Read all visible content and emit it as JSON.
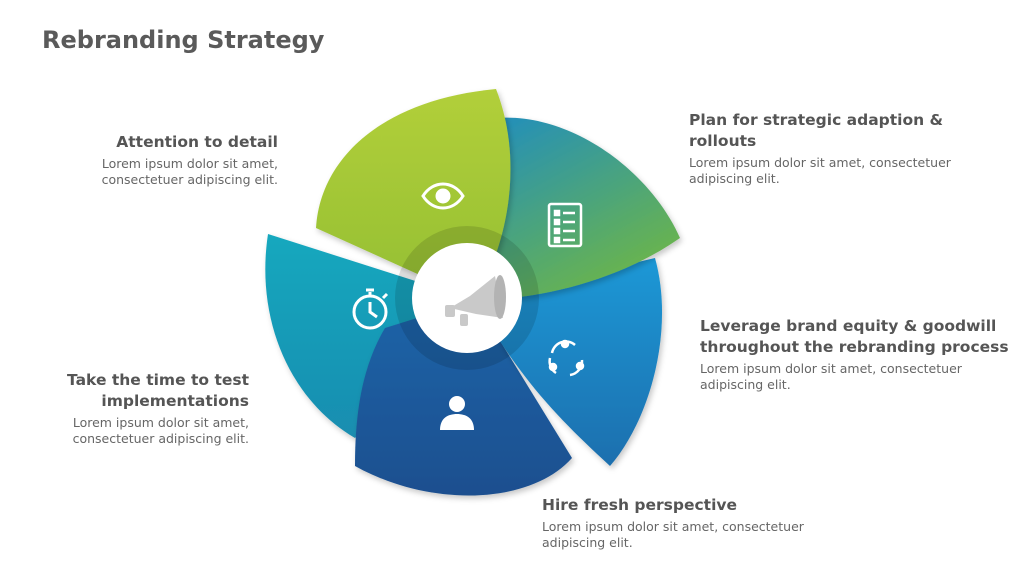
{
  "title": "Rebranding Strategy",
  "center": {
    "icon": "megaphone-icon"
  },
  "colors": {
    "lime": "#a8c936",
    "teal": "#16a3b8",
    "navy": "#1d5a9a",
    "blue": "#1b86c8",
    "green_teal": "#2e8fb0",
    "text_heading": "#555555",
    "text_body": "#666666"
  },
  "items": [
    {
      "key": "attention",
      "icon": "eye-icon",
      "heading": [
        "Attention to detail"
      ],
      "body": [
        "Lorem ipsum dolor sit amet,",
        "consectetuer adipiscing elit."
      ]
    },
    {
      "key": "plan",
      "icon": "checklist-icon",
      "heading": [
        "Plan for strategic adaption &",
        "rollouts"
      ],
      "body": [
        "Lorem ipsum dolor sit amet, consectetuer",
        "adipiscing elit."
      ]
    },
    {
      "key": "leverage",
      "icon": "cycle-arrows-icon",
      "heading": [
        "Leverage brand equity & goodwill",
        "throughout the rebranding process"
      ],
      "body": [
        "Lorem ipsum dolor sit amet, consectetuer",
        "adipiscing elit."
      ]
    },
    {
      "key": "hire",
      "icon": "person-icon",
      "heading": [
        "Hire fresh perspective"
      ],
      "body": [
        "Lorem ipsum dolor sit amet, consectetuer",
        "adipiscing elit."
      ]
    },
    {
      "key": "time",
      "icon": "stopwatch-icon",
      "heading": [
        "Take the time to test",
        "implementations"
      ],
      "body": [
        "Lorem ipsum dolor sit amet,",
        "consectetuer adipiscing elit."
      ]
    }
  ]
}
